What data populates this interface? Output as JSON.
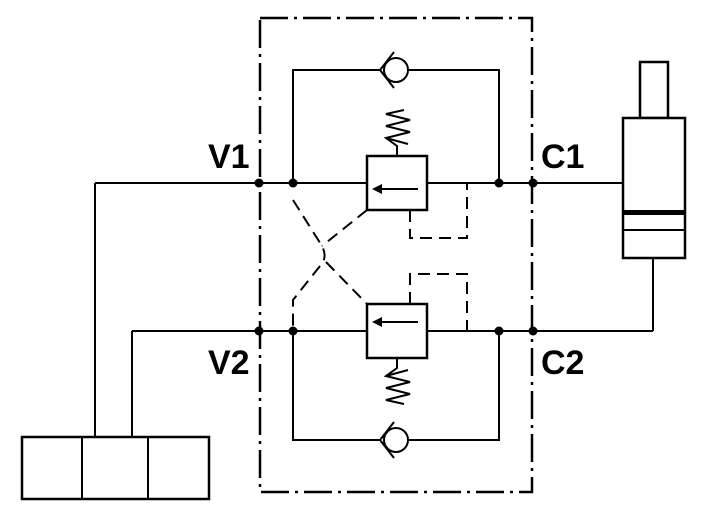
{
  "ports": {
    "v1": "V1",
    "v2": "V2",
    "c1": "C1",
    "c2": "C2"
  },
  "colors": {
    "line": "#000000",
    "background": "#ffffff"
  }
}
